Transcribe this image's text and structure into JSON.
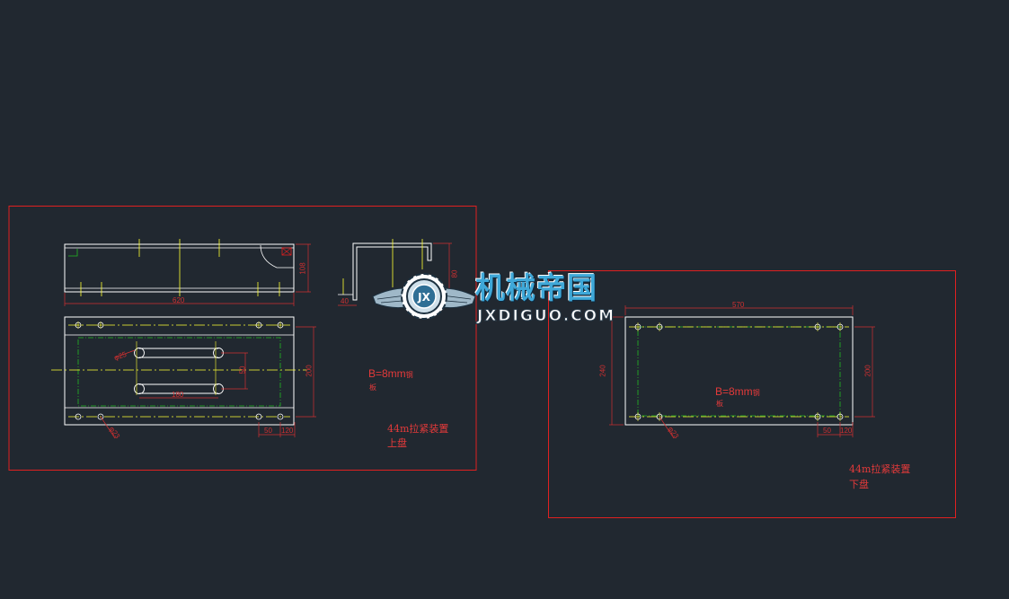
{
  "drawing": {
    "upper": {
      "note_line1": "B=8mm",
      "note_suffix": "钢",
      "note_line2": "板",
      "title_line1": "44m拉紧装置",
      "title_line2": "上盘",
      "dims": {
        "length_top": "620",
        "height_side": "108",
        "width_plan": "200",
        "slot_spacing": "180",
        "slot_height": "50",
        "edge_50": "50",
        "edge_120": "120",
        "slot_dia": "φ25",
        "hole_dia": "φ23",
        "bracket_height": "80",
        "bracket_width": "40"
      }
    },
    "lower": {
      "note_line1": "B=8mm",
      "note_suffix": "钢",
      "note_line2": "板",
      "title_line1": "44m拉紧装置",
      "title_line2": "下盘",
      "dims": {
        "length_top": "570",
        "width_left": "240",
        "width_right": "200",
        "edge_50": "50",
        "edge_120": "120",
        "hole_dia": "φ23"
      }
    }
  },
  "watermark": {
    "name_cn": "机械帝国",
    "name_en": "JXDIGUO.COM",
    "badge": "JX"
  },
  "colors": {
    "background": "#212830",
    "frame": "#e02020",
    "outline": "#ffffff",
    "centerline": "#ffff33",
    "hidden": "#22bb22",
    "dimension": "#d03030"
  }
}
